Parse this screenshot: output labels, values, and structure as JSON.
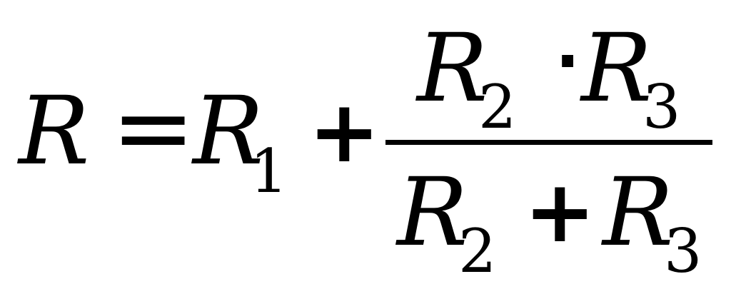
{
  "equation": {
    "lhs": "R",
    "equals": "=",
    "term1": {
      "var": "R",
      "sub": "1"
    },
    "plus": "+",
    "numerator": {
      "a": {
        "var": "R",
        "sub": "2"
      },
      "dot": "·",
      "b": {
        "var": "R",
        "sub": "3"
      }
    },
    "denominator": {
      "a": {
        "var": "R",
        "sub": "2"
      },
      "plus": "+",
      "b": {
        "var": "R",
        "sub": "3"
      }
    }
  }
}
